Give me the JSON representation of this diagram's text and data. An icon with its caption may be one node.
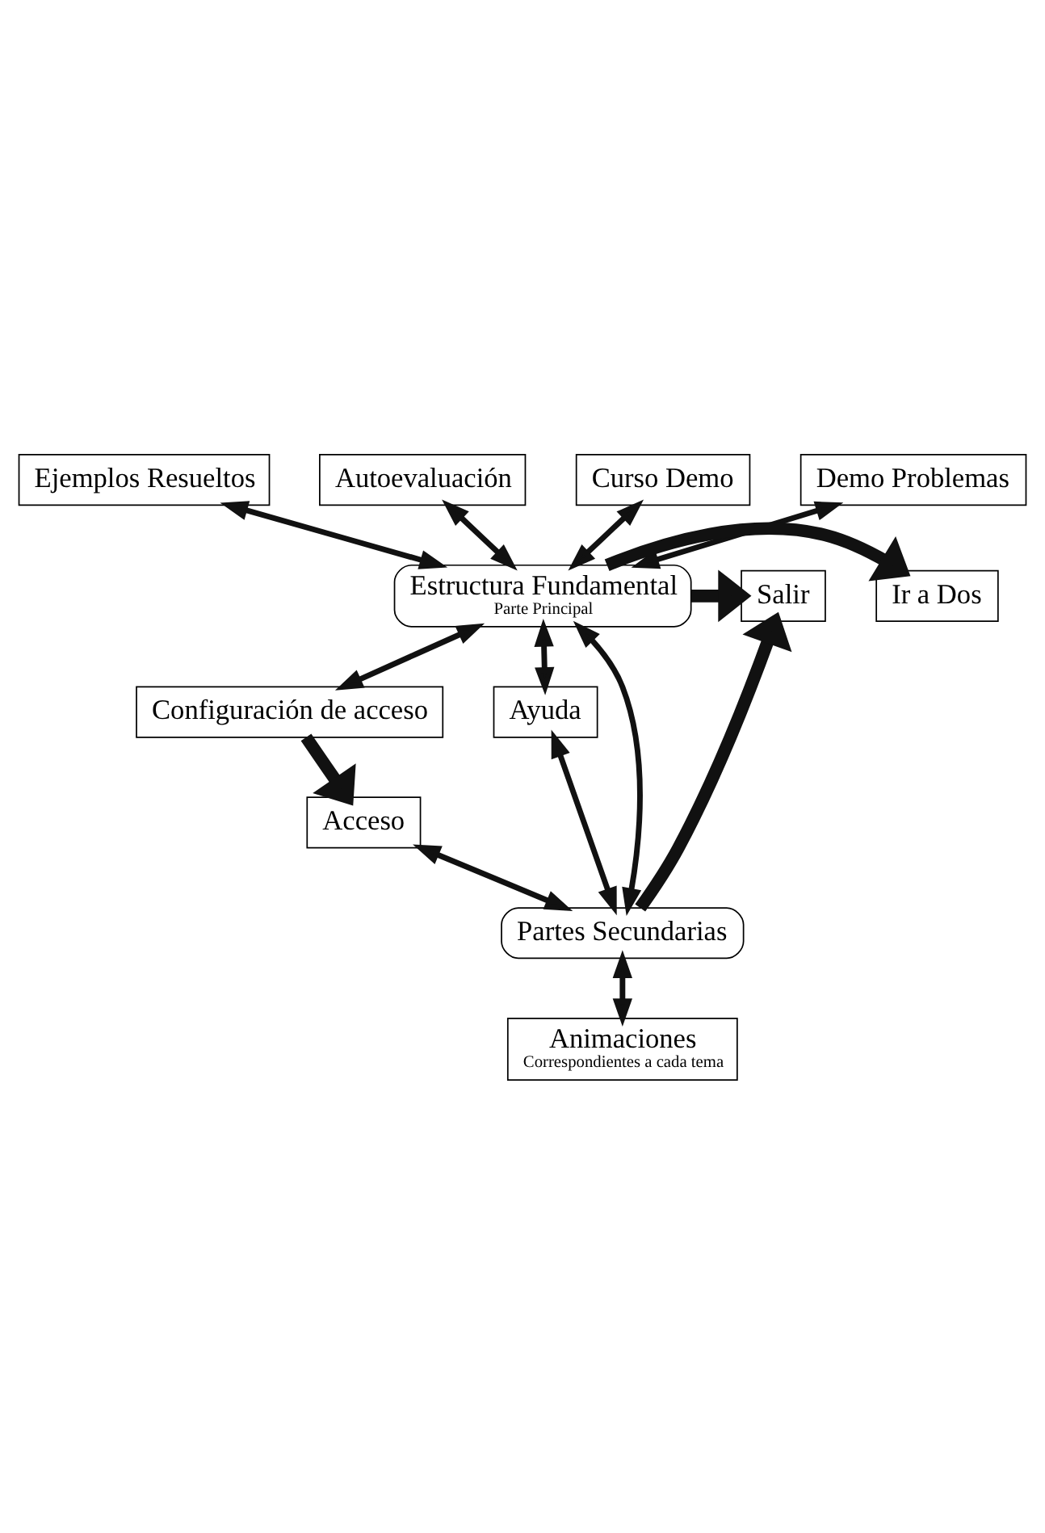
{
  "diagram": {
    "nodes": [
      {
        "text": [
          "Ejemplos Resueltos"
        ]
      },
      {
        "text": [
          "Autoevaluación"
        ]
      },
      {
        "text": [
          "Curso Demo"
        ]
      },
      {
        "text": [
          "Demo Problemas"
        ]
      },
      {
        "text": [
          "Estructura Fundamental",
          "Parte Principal"
        ]
      },
      {
        "text": [
          "Ir a Dos"
        ]
      },
      {
        "text": [
          "Salir"
        ]
      },
      {
        "text": [
          "Configuración de acceso"
        ]
      },
      {
        "text": [
          "Ayuda"
        ]
      },
      {
        "text": [
          "Partes Secundarias"
        ]
      },
      {
        "text": [
          "Acceso"
        ]
      },
      {
        "text": [
          "Animaciones",
          "Correspondientes a cada tema"
        ]
      }
    ],
    "edges": [
      {
        "from": 2,
        "to": 4,
        "arrow": "both"
      },
      {
        "from": 1,
        "to": 4,
        "arrow": "both"
      },
      {
        "from": 0,
        "to": 4,
        "arrow": "both"
      },
      {
        "from": 3,
        "to": 4,
        "arrow": "both"
      },
      {
        "from": 4,
        "to": 5,
        "arrow": "to",
        "style": "thick"
      },
      {
        "from": 4,
        "to": 6,
        "arrow": "to",
        "style": "thick"
      },
      {
        "from": 4,
        "to": 7,
        "arrow": "both"
      },
      {
        "from": 4,
        "to": 8,
        "arrow": "both"
      },
      {
        "from": 4,
        "to": 9,
        "arrow": "both"
      },
      {
        "from": 8,
        "to": 9,
        "arrow": "both"
      },
      {
        "from": 9,
        "to": 6,
        "arrow": "to",
        "style": "thick"
      },
      {
        "from": 7,
        "to": 10,
        "arrow": "to",
        "style": "thick"
      },
      {
        "from": 10,
        "to": 9,
        "arrow": "both"
      },
      {
        "from": 9,
        "to": 11,
        "arrow": "both"
      }
    ]
  }
}
